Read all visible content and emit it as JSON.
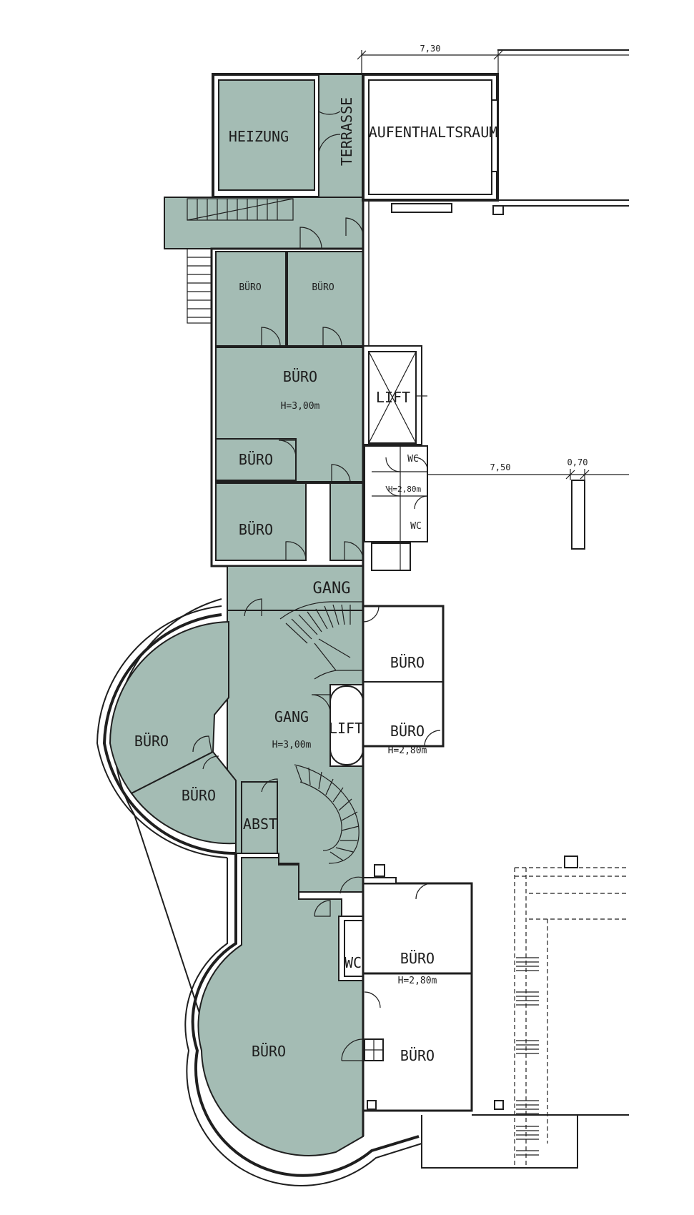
{
  "dimensions": {
    "top": "7,30",
    "right_a": "7,50",
    "right_b": "0,70"
  },
  "rooms": {
    "heizung": "HEIZUNG",
    "terrasse": "TERRASSE",
    "aufenthaltsraum": "AUFENTHALTSRAUM",
    "buero_small_1": "BÜRO",
    "buero_small_2": "BÜRO",
    "buero_main": "BÜRO",
    "buero_main_height": "H=3,00m",
    "buero_a": "BÜRO",
    "buero_b": "BÜRO",
    "lift_upper": "LIFT",
    "wc_upper": "WC",
    "wc_height": "H=2,80m",
    "wc_lower": "WC",
    "gang_upper": "GANG",
    "buero_east_1": "BÜRO",
    "buero_east_2": "BÜRO",
    "buero_east_2_height": "H=2,80m",
    "gang_central": "GANG",
    "gang_central_height": "H=3,00m",
    "lift_lower": "LIFT",
    "buero_round_west": "BÜRO",
    "buero_round_south": "BÜRO",
    "abst": "ABST",
    "wc_south": "WC",
    "buero_se_1": "BÜRO",
    "buero_se_1_height": "H=2,80m",
    "buero_round_large": "BÜRO",
    "buero_se_2": "BÜRO"
  },
  "colors": {
    "floor_fill": "#a4bcb4",
    "wall": "#1f1f1f",
    "background": "#ffffff"
  }
}
